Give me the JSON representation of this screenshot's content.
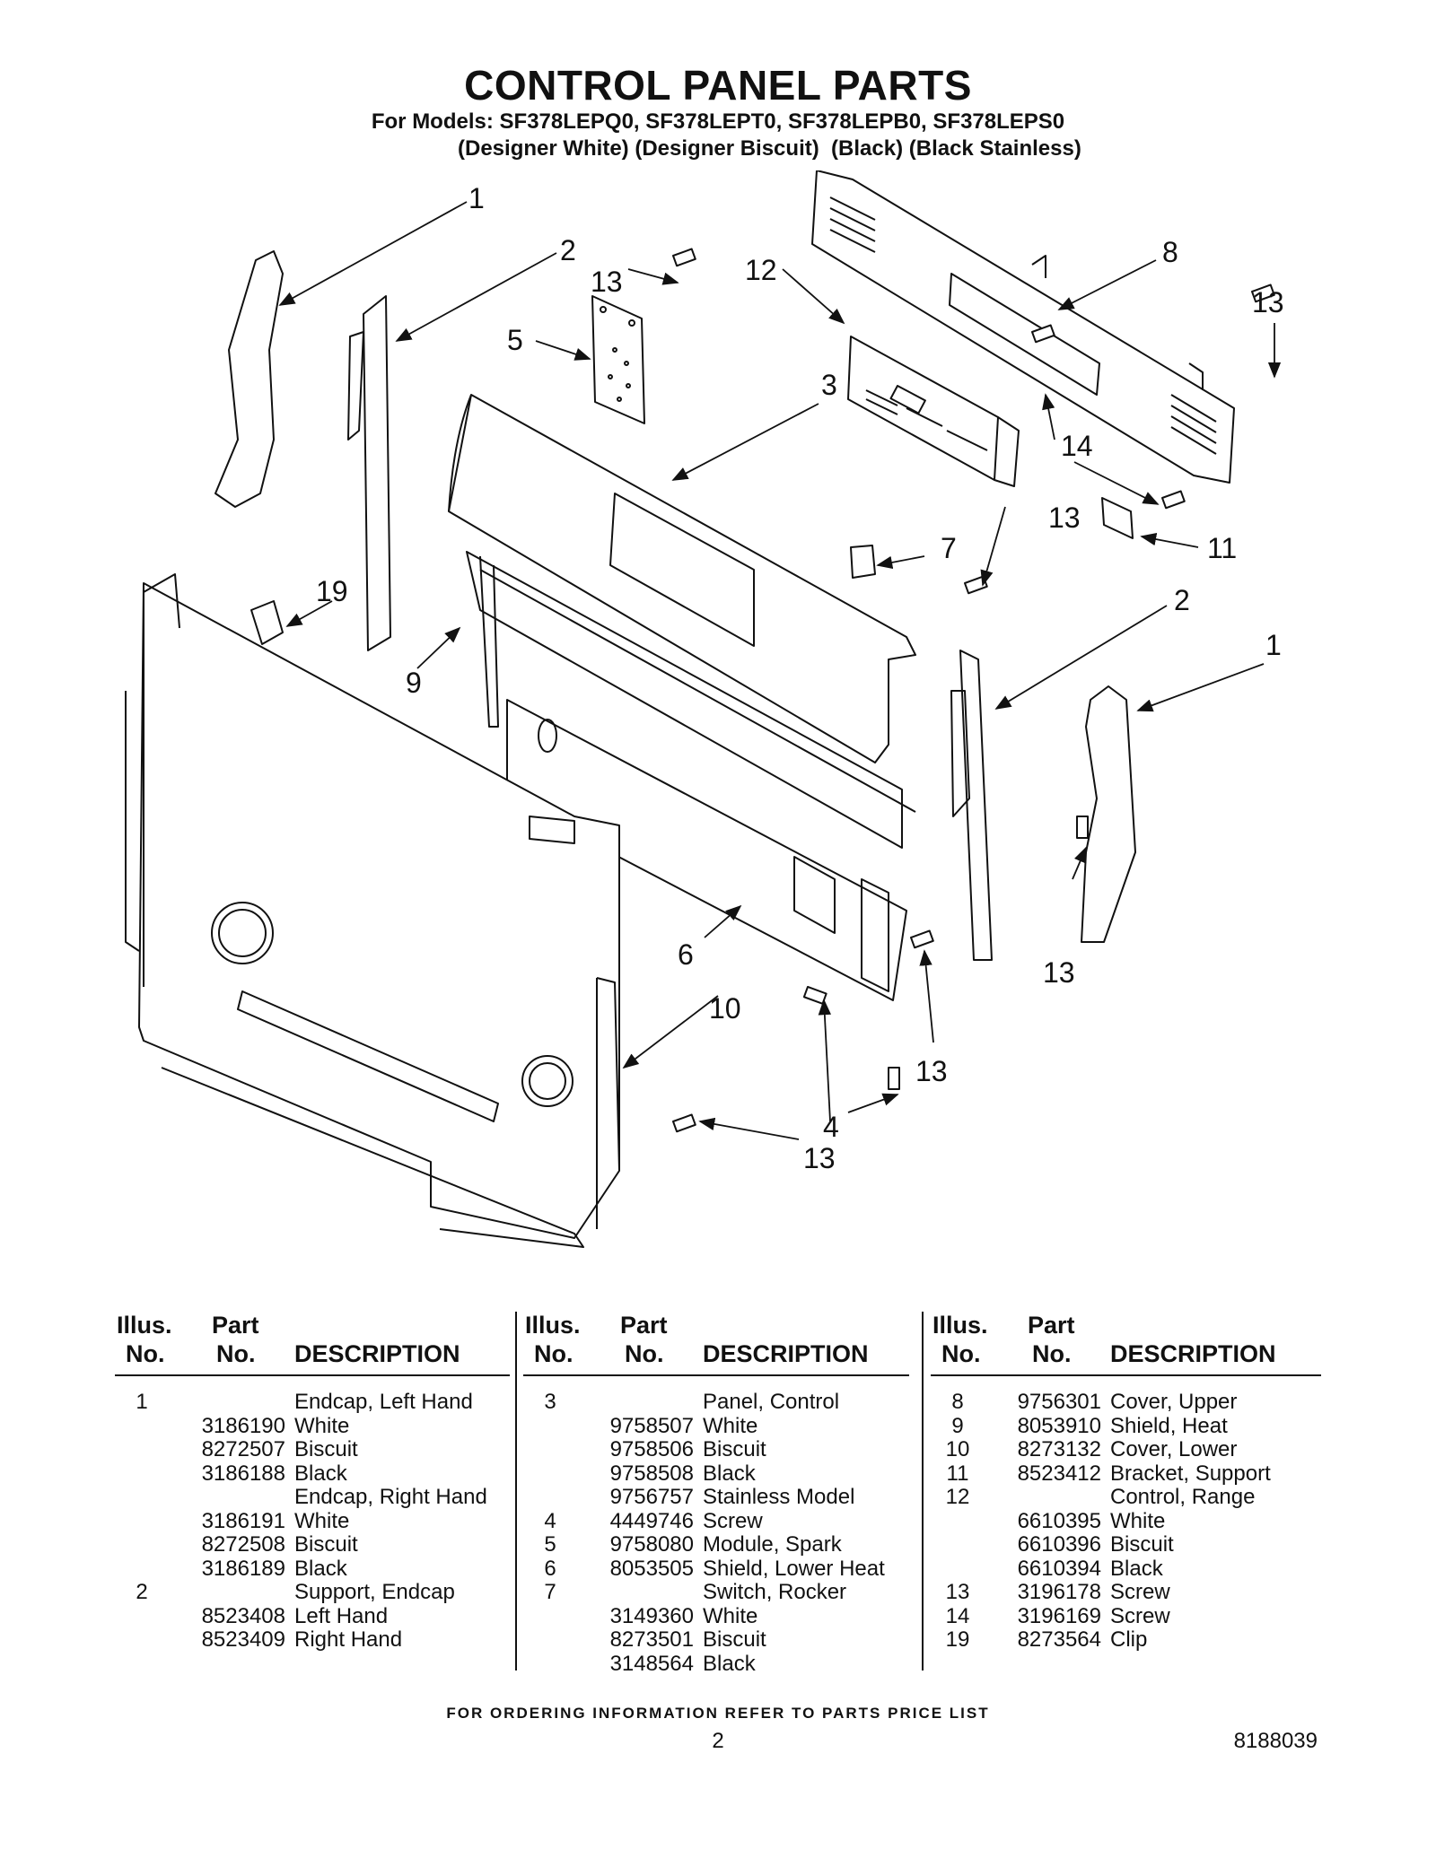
{
  "title": "CONTROL PANEL PARTS",
  "models_line": "For Models: SF378LEPQ0, SF378LEPT0, SF378LEPB0, SF378LEPS0",
  "colors_line": "(Designer White) (Designer Biscuit)  (Black) (Black Stainless)",
  "callouts": [
    "1",
    "2",
    "13",
    "12",
    "8",
    "13",
    "5",
    "3",
    "14",
    "13",
    "7",
    "11",
    "19",
    "2",
    "1",
    "9",
    "6",
    "10",
    "13",
    "13",
    "4",
    "13"
  ],
  "table_header": {
    "illus": "Illus.",
    "no": "No.",
    "part": "Part",
    "part_no": "No.",
    "description": "DESCRIPTION"
  },
  "columns": [
    {
      "rows": [
        {
          "illus": "1",
          "part": "",
          "desc": "Endcap, Left Hand"
        },
        {
          "illus": "",
          "part": "3186190",
          "desc": "White"
        },
        {
          "illus": "",
          "part": "8272507",
          "desc": "Biscuit"
        },
        {
          "illus": "",
          "part": "3186188",
          "desc": "Black"
        },
        {
          "illus": "",
          "part": "",
          "desc": "Endcap, Right Hand"
        },
        {
          "illus": "",
          "part": "3186191",
          "desc": "White"
        },
        {
          "illus": "",
          "part": "8272508",
          "desc": "Biscuit"
        },
        {
          "illus": "",
          "part": "3186189",
          "desc": "Black"
        },
        {
          "illus": "2",
          "part": "",
          "desc": "Support, Endcap"
        },
        {
          "illus": "",
          "part": "8523408",
          "desc": "Left Hand"
        },
        {
          "illus": "",
          "part": "8523409",
          "desc": "Right Hand"
        }
      ]
    },
    {
      "rows": [
        {
          "illus": "3",
          "part": "",
          "desc": "Panel, Control"
        },
        {
          "illus": "",
          "part": "9758507",
          "desc": "White"
        },
        {
          "illus": "",
          "part": "9758506",
          "desc": "Biscuit"
        },
        {
          "illus": "",
          "part": "9758508",
          "desc": "Black"
        },
        {
          "illus": "",
          "part": "9756757",
          "desc": "Stainless Model"
        },
        {
          "illus": "4",
          "part": "4449746",
          "desc": "Screw"
        },
        {
          "illus": "5",
          "part": "9758080",
          "desc": "Module, Spark"
        },
        {
          "illus": "6",
          "part": "8053505",
          "desc": "Shield, Lower Heat"
        },
        {
          "illus": "7",
          "part": "",
          "desc": "Switch, Rocker"
        },
        {
          "illus": "",
          "part": "3149360",
          "desc": "White"
        },
        {
          "illus": "",
          "part": "8273501",
          "desc": "Biscuit"
        },
        {
          "illus": "",
          "part": "3148564",
          "desc": "Black"
        }
      ]
    },
    {
      "rows": [
        {
          "illus": "8",
          "part": "9756301",
          "desc": "Cover, Upper"
        },
        {
          "illus": "9",
          "part": "8053910",
          "desc": "Shield, Heat"
        },
        {
          "illus": "10",
          "part": "8273132",
          "desc": "Cover, Lower"
        },
        {
          "illus": "11",
          "part": "8523412",
          "desc": "Bracket, Support"
        },
        {
          "illus": "12",
          "part": "",
          "desc": "Control, Range"
        },
        {
          "illus": "",
          "part": "6610395",
          "desc": "White"
        },
        {
          "illus": "",
          "part": "6610396",
          "desc": "Biscuit"
        },
        {
          "illus": "",
          "part": "6610394",
          "desc": "Black"
        },
        {
          "illus": "13",
          "part": "3196178",
          "desc": "Screw"
        },
        {
          "illus": "14",
          "part": "3196169",
          "desc": "Screw"
        },
        {
          "illus": "19",
          "part": "8273564",
          "desc": "Clip"
        }
      ]
    }
  ],
  "footer": "FOR ORDERING INFORMATION REFER TO PARTS PRICE LIST",
  "page_number": "2",
  "document_number": "8188039"
}
